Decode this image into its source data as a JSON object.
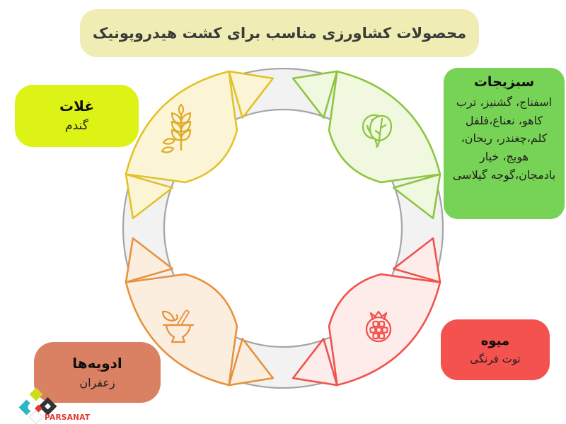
{
  "title": {
    "text": "محصولات کشاورزی مناسب برای کشت هیدروپونیک"
  },
  "nodes": [
    {
      "id": "cereals",
      "label": "غلات",
      "items": "گندم",
      "icon": "wheat-icon",
      "box_color": "#DDF215",
      "ribbon_fill": "#FBF5D6",
      "ribbon_stroke": "#E2C226"
    },
    {
      "id": "vegetables",
      "label": "سبزیجات",
      "items": "اسفناج، گشنیز، ترب\nکاهو، نعناع،فلفل\nکلم،چغندر، ریحان،\nهویج، خیار\nبادمجان،گوجه گیلاسی",
      "icon": "leaves-icon",
      "box_color": "#77D356",
      "ribbon_fill": "#F0F8DF",
      "ribbon_stroke": "#8CC63F"
    },
    {
      "id": "spices",
      "label": "ادویه‌ها",
      "items": "زعفران",
      "icon": "mortar-pestle-icon",
      "box_color": "#DB8163",
      "ribbon_fill": "#FCEEDF",
      "ribbon_stroke": "#E8913F"
    },
    {
      "id": "fruits",
      "label": "میوه",
      "items": "توت فرنگی",
      "icon": "pomegranate-icon",
      "box_color": "#F4524E",
      "ribbon_fill": "#FDECEA",
      "ribbon_stroke": "#F2514C"
    }
  ],
  "palette": {
    "banner_bg": "#EFEDB4",
    "banner_text": "#3A3A3A",
    "ring_fill": "#F2F2F2",
    "ring_stroke": "#A5A5A5",
    "background": "#FFFFFF",
    "logo_yellow": "#CEDC1F",
    "logo_teal": "#2BB8C4",
    "logo_black": "#333333",
    "logo_red": "#E2382D"
  },
  "brand": {
    "name": "PARSANAT"
  }
}
